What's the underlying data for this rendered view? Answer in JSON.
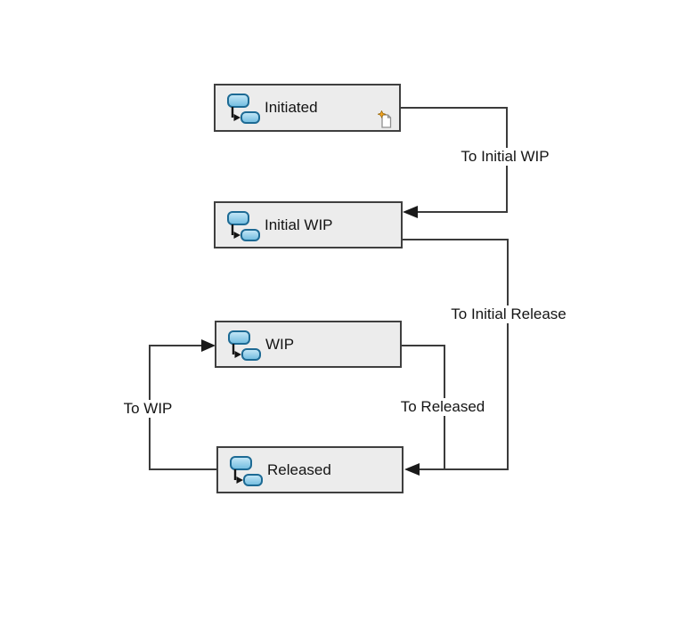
{
  "diagram": {
    "states": [
      {
        "name": "Initiated",
        "icon": "workflow-state-icon",
        "badge": "new-start-badge-icon"
      },
      {
        "name": "Initial WIP",
        "icon": "workflow-state-icon"
      },
      {
        "name": "WIP",
        "icon": "workflow-state-icon"
      },
      {
        "name": "Released",
        "icon": "workflow-state-icon"
      }
    ],
    "transitions": [
      {
        "label": "To Initial WIP",
        "from": "Initiated",
        "to": "Initial WIP"
      },
      {
        "label": "To Initial Release",
        "from": "Initial WIP",
        "to": "Released"
      },
      {
        "label": "To Released",
        "from": "WIP",
        "to": "Released"
      },
      {
        "label": "To WIP",
        "from": "Released",
        "to": "WIP"
      }
    ],
    "colors": {
      "background": "#ffffff",
      "state_fill": "#ececec",
      "state_border": "#3f3f3f",
      "edge_line": "#3b3b3b",
      "arrowhead": "#1a1a1a",
      "label_text": "#141414",
      "icon_blue_fill_top": "#c8e9f8",
      "icon_blue_fill_bottom": "#6fbbdf",
      "icon_blue_stroke": "#1d6a94",
      "badge_star": "#f5a623",
      "badge_outline": "#8f8f8f"
    }
  }
}
